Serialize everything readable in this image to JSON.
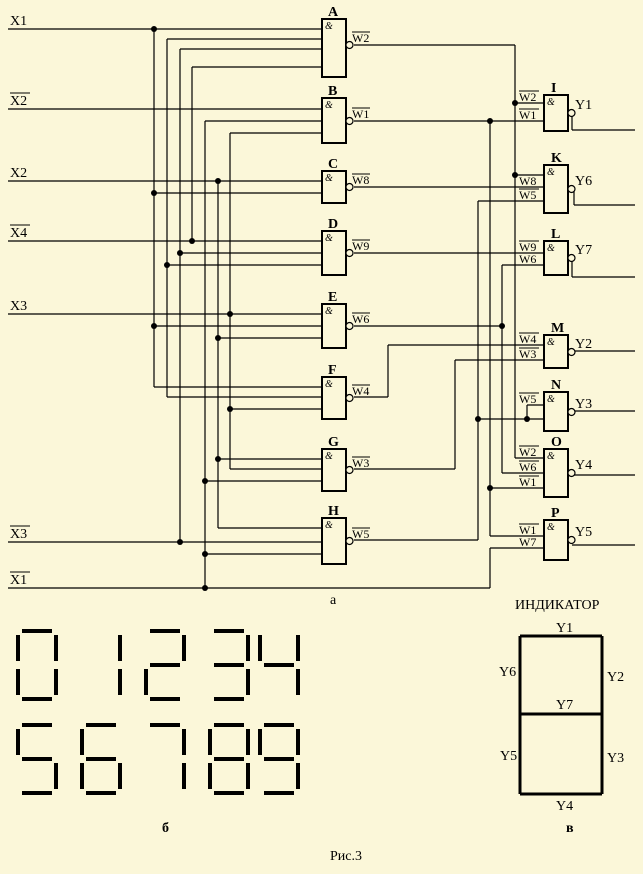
{
  "inputs": [
    "X1",
    "X2",
    "X2",
    "X4",
    "X3",
    "X3",
    "X1"
  ],
  "gates_a": [
    {
      "name": "A",
      "out": "W2"
    },
    {
      "name": "B",
      "out": "W1"
    },
    {
      "name": "C",
      "out": "W8"
    },
    {
      "name": "D",
      "out": "W9"
    },
    {
      "name": "E",
      "out": "W6"
    },
    {
      "name": "F",
      "out": "W4"
    },
    {
      "name": "G",
      "out": "W3"
    },
    {
      "name": "H",
      "out": "W5"
    }
  ],
  "gates_b": [
    {
      "name": "I",
      "ins": [
        "W2",
        "W1"
      ],
      "out": "Y1"
    },
    {
      "name": "K",
      "ins": [
        "W8",
        "W5"
      ],
      "out": "Y6"
    },
    {
      "name": "L",
      "ins": [
        "W9",
        "W6"
      ],
      "out": "Y7"
    },
    {
      "name": "M",
      "ins": [
        "W4",
        "W3"
      ],
      "out": "Y2"
    },
    {
      "name": "N",
      "ins": [
        "W5"
      ],
      "out": "Y3"
    },
    {
      "name": "O",
      "ins": [
        "W2",
        "W6",
        "W1"
      ],
      "out": "Y4"
    },
    {
      "name": "P",
      "ins": [
        "W1",
        "W7"
      ],
      "out": "Y5"
    }
  ],
  "and_symbol": "&",
  "caption_a": "а",
  "caption_b": "б",
  "caption_v": "в",
  "figure_caption": "Рис.3",
  "indicator": {
    "title": "ИНДИКАТОР",
    "segments": [
      "Y1",
      "Y2",
      "Y3",
      "Y4",
      "Y5",
      "Y6",
      "Y7"
    ]
  },
  "digits_row1": [
    0,
    1,
    2,
    3,
    4
  ],
  "digits_row2": [
    5,
    6,
    7,
    8,
    9
  ]
}
